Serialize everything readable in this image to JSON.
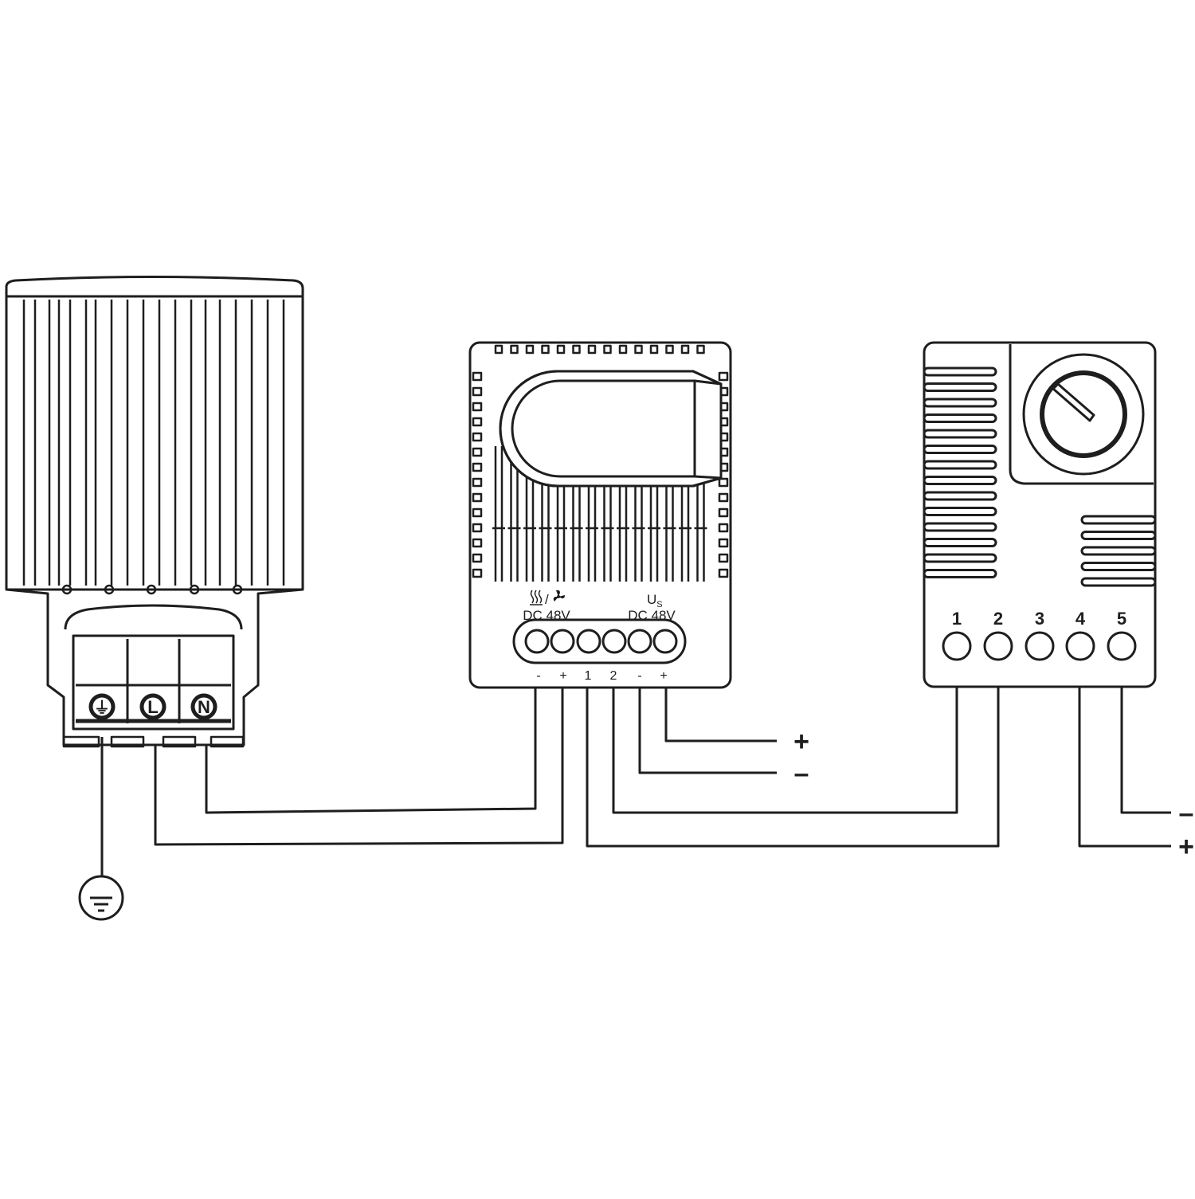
{
  "relay": {
    "heat_fan_label": "/",
    "heat_fan_rating": "DC 48V",
    "supply_label": "U",
    "supply_subscript": "S",
    "supply_rating": "DC 48V",
    "terminals": [
      "-",
      "+",
      "1",
      "2",
      "-",
      "+"
    ]
  },
  "heater": {
    "terminal_symbols": [
      "⏚",
      "L",
      "N"
    ]
  },
  "thermostat": {
    "terminals": [
      "1",
      "2",
      "3",
      "4",
      "5"
    ]
  },
  "supply": {
    "relay_plus": "+",
    "relay_minus": "–",
    "thermostat_minus": "–",
    "thermostat_plus": "+"
  },
  "colors": {
    "line": "#1e1e1e",
    "background": "#ffffff"
  },
  "icons": [
    "heater-symbol-icon",
    "fan-symbol-icon",
    "ground-icon",
    "knob-icon"
  ]
}
